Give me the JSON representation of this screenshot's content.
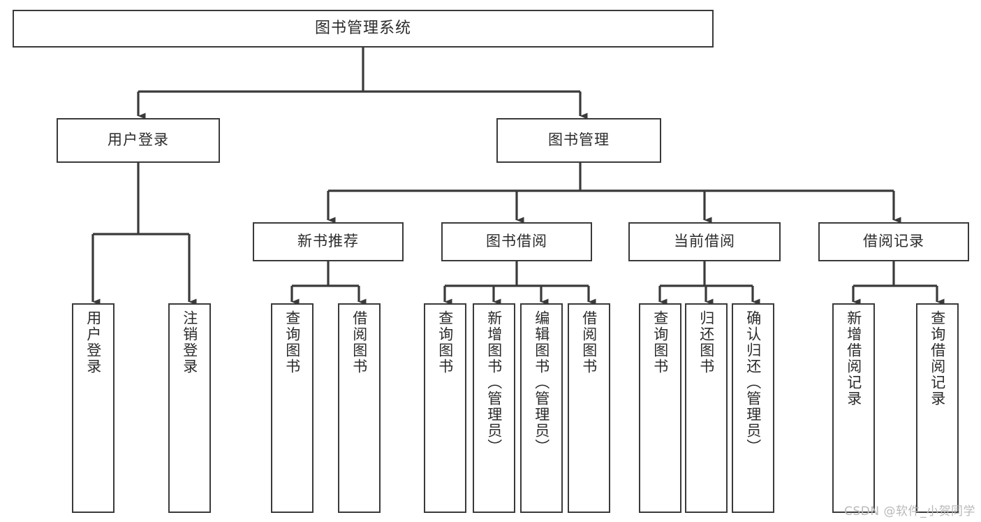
{
  "diagram": {
    "kind": "functional-structure-tree",
    "watermark": "CSDN @软件_小贺同学",
    "colors": {
      "border": "#3a3a3a",
      "connector": "#3a3a3a",
      "text": "#2b2b2b",
      "background": "#ffffff",
      "watermark": "#b9b9b9"
    },
    "root": {
      "label": "图书管理系统"
    },
    "level2": [
      {
        "label": "用户登录"
      },
      {
        "label": "图书管理"
      }
    ],
    "level3": [
      {
        "label": "新书推荐"
      },
      {
        "label": "图书借阅"
      },
      {
        "label": "当前借阅"
      },
      {
        "label": "借阅记录"
      }
    ],
    "leaves": {
      "user_login": [
        {
          "label": "用户登录"
        },
        {
          "label": "注销登录"
        }
      ],
      "new_book_recommend": [
        {
          "label": "查询图书"
        },
        {
          "label": "借阅图书"
        }
      ],
      "book_borrow": [
        {
          "label": "查询图书"
        },
        {
          "label": "新增图书（管理员）"
        },
        {
          "label": "编辑图书（管理员）"
        },
        {
          "label": "借阅图书"
        }
      ],
      "current_borrow": [
        {
          "label": "查询图书"
        },
        {
          "label": "归还图书"
        },
        {
          "label": "确认归还（管理员）"
        }
      ],
      "borrow_record": [
        {
          "label": "新增借阅记录"
        },
        {
          "label": "查询借阅记录"
        }
      ]
    }
  }
}
